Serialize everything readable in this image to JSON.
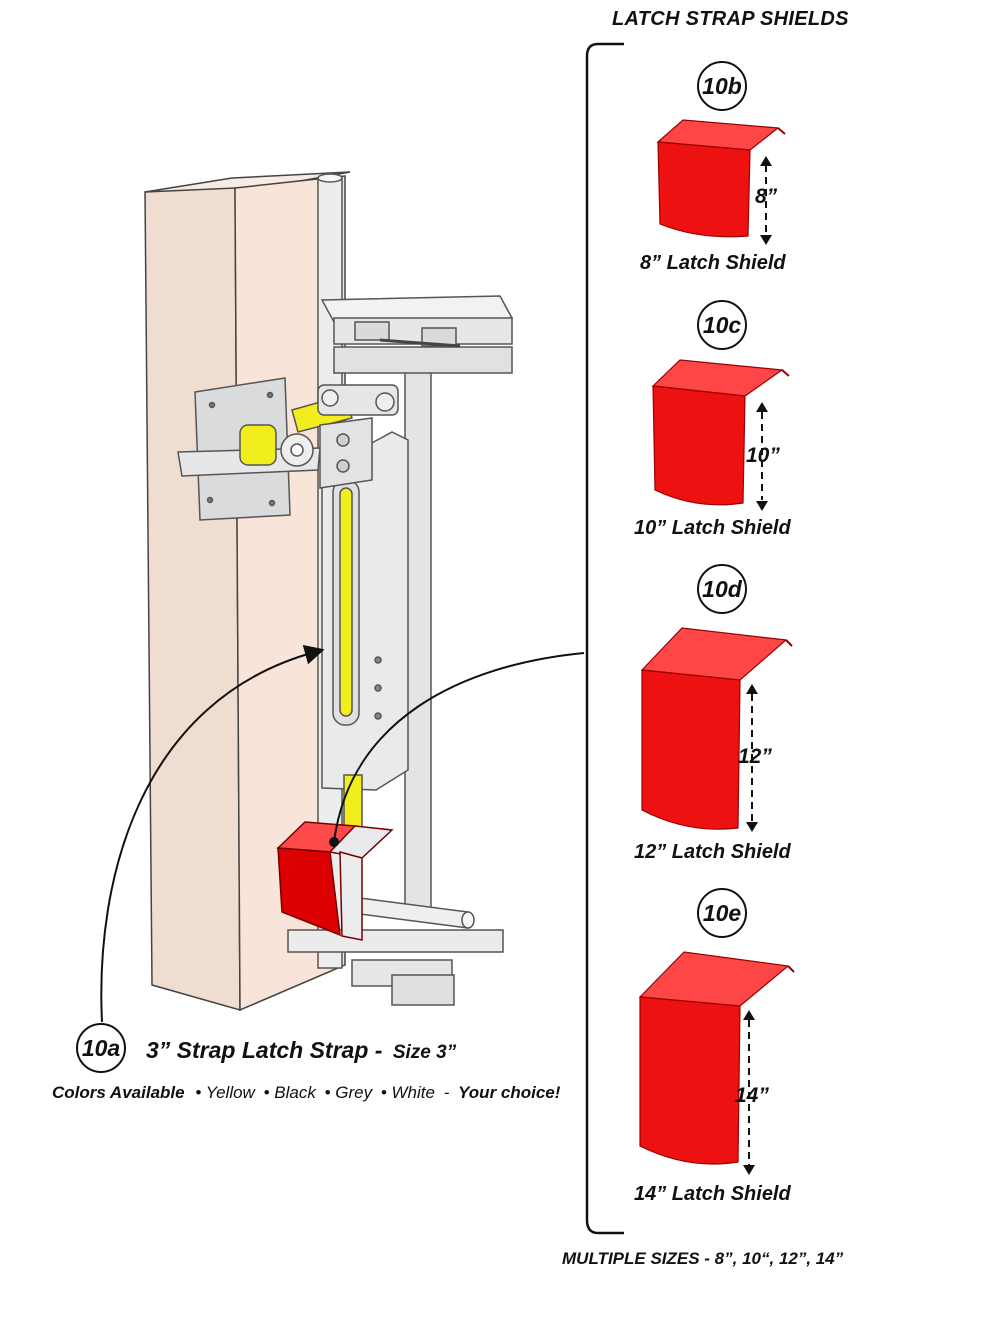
{
  "title": "LATCH STRAP SHIELDS",
  "shields": [
    {
      "id": "10b",
      "dimension": "8”",
      "label": "8” Latch Shield"
    },
    {
      "id": "10c",
      "dimension": "10”",
      "label": "10” Latch Shield"
    },
    {
      "id": "10d",
      "dimension": "12”",
      "label": "12” Latch Shield"
    },
    {
      "id": "10e",
      "dimension": "14”",
      "label": "14” Latch Shield"
    }
  ],
  "strap": {
    "id": "10a",
    "name": "3” Strap Latch Strap - ",
    "size_text": "Size 3”",
    "colors_label": "Colors Available",
    "colors": [
      "• Yellow",
      "• Black",
      "• Grey",
      "• White"
    ],
    "separator": "-",
    "choice": "Your choice!"
  },
  "footer": "MULTIPLE SIZES - 8”, 10“, 12”, 14”",
  "palette": {
    "shield_red": "#ee1111",
    "strap_yellow": "#f2ee1e",
    "post": "#f3e1d7",
    "metal": "#e9eaeb"
  }
}
